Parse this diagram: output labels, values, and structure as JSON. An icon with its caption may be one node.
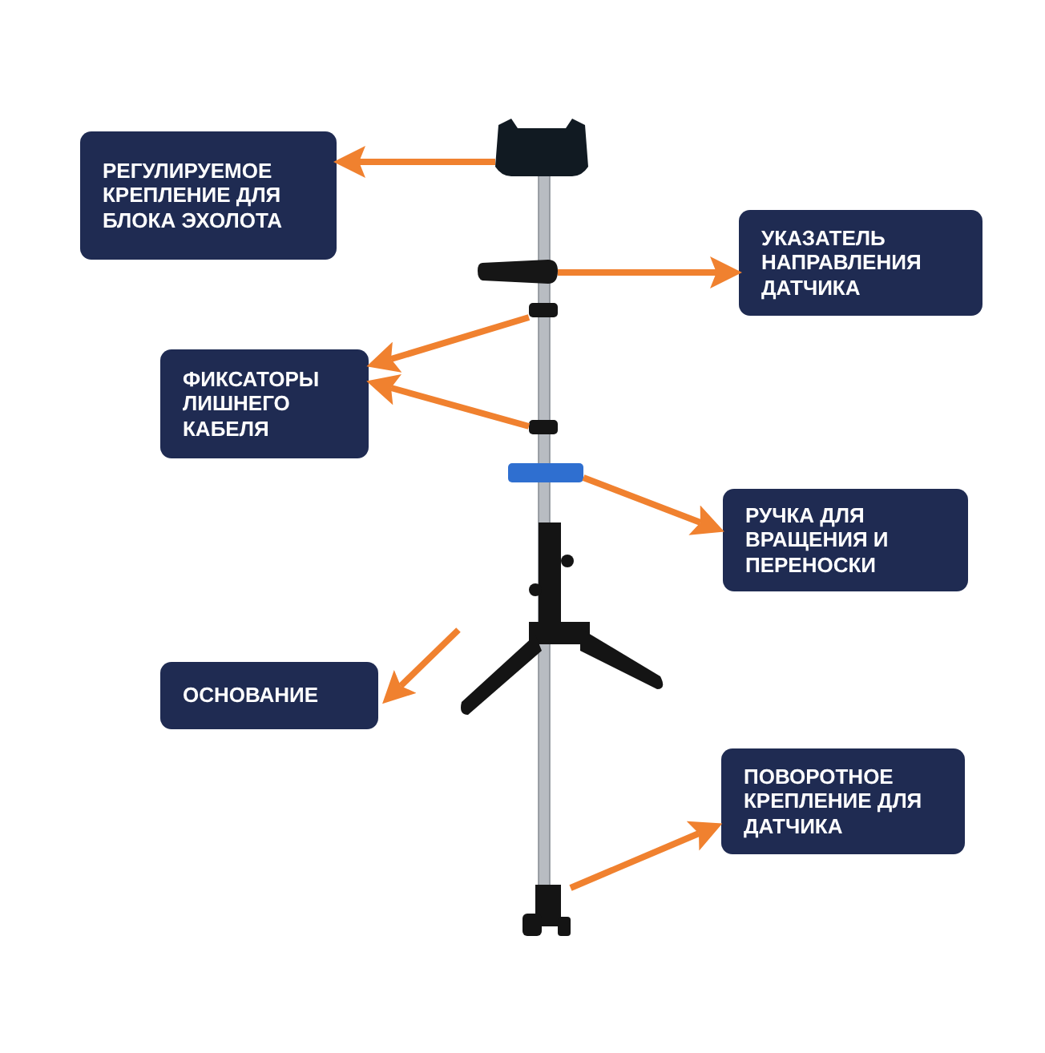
{
  "diagram": {
    "nodes": [
      {
        "text": [
          "РЕГУЛИРУЕМОЕ КРЕПЛЕНИЕ ДЛЯ БЛОКА ЭХОЛОТА"
        ]
      },
      {
        "text": [],
        "shape": "picture"
      },
      {
        "text": [
          "УКАЗАТЕЛЬ НАПРАВЛЕНИЯ ДАТЧИКА"
        ]
      },
      {
        "text": [],
        "shape": "picture"
      },
      {
        "text": [
          "ФИКСАТОРЫ ЛИШНЕГО КАБЕЛЯ"
        ]
      },
      {
        "text": [],
        "shape": "box"
      },
      {
        "text": [],
        "shape": "box"
      },
      {
        "text": [
          "РУЧКА ДЛЯ ВРАЩЕНИЯ И ПЕРЕНОСКИ"
        ]
      },
      {
        "text": [],
        "shape": "box"
      },
      {
        "text": [
          "ОСНОВАНИЕ"
        ]
      },
      {
        "text": [],
        "shape": "picture"
      },
      {
        "text": [
          "ПОВОРОТНОЕ КРЕПЛЕНИЕ ДЛЯ ДАТЧИКА"
        ]
      },
      {
        "text": [],
        "shape": "picture"
      }
    ],
    "edges": [
      {
        "from": 1,
        "to": 0,
        "arrow": "to"
      },
      {
        "from": 3,
        "to": 2,
        "arrow": "to"
      },
      {
        "from": 5,
        "to": 4,
        "arrow": "to"
      },
      {
        "from": 6,
        "to": 4,
        "arrow": "to"
      },
      {
        "from": 8,
        "to": 7,
        "arrow": "to"
      },
      {
        "from": 10,
        "to": 9,
        "arrow": "to"
      },
      {
        "from": 12,
        "to": 11,
        "arrow": "to"
      }
    ]
  }
}
